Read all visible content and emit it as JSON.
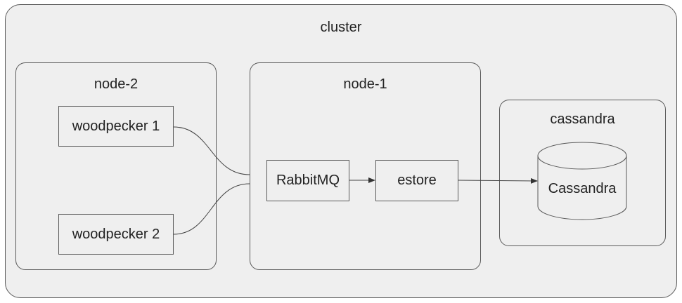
{
  "cluster": {
    "label": "cluster"
  },
  "node2": {
    "label": "node-2",
    "woodpecker1": "woodpecker 1",
    "woodpecker2": "woodpecker 2"
  },
  "node1": {
    "label": "node-1",
    "rabbitmq": "RabbitMQ",
    "estore": "estore"
  },
  "cassandra_group": {
    "label": "cassandra",
    "db": "Cassandra"
  }
}
